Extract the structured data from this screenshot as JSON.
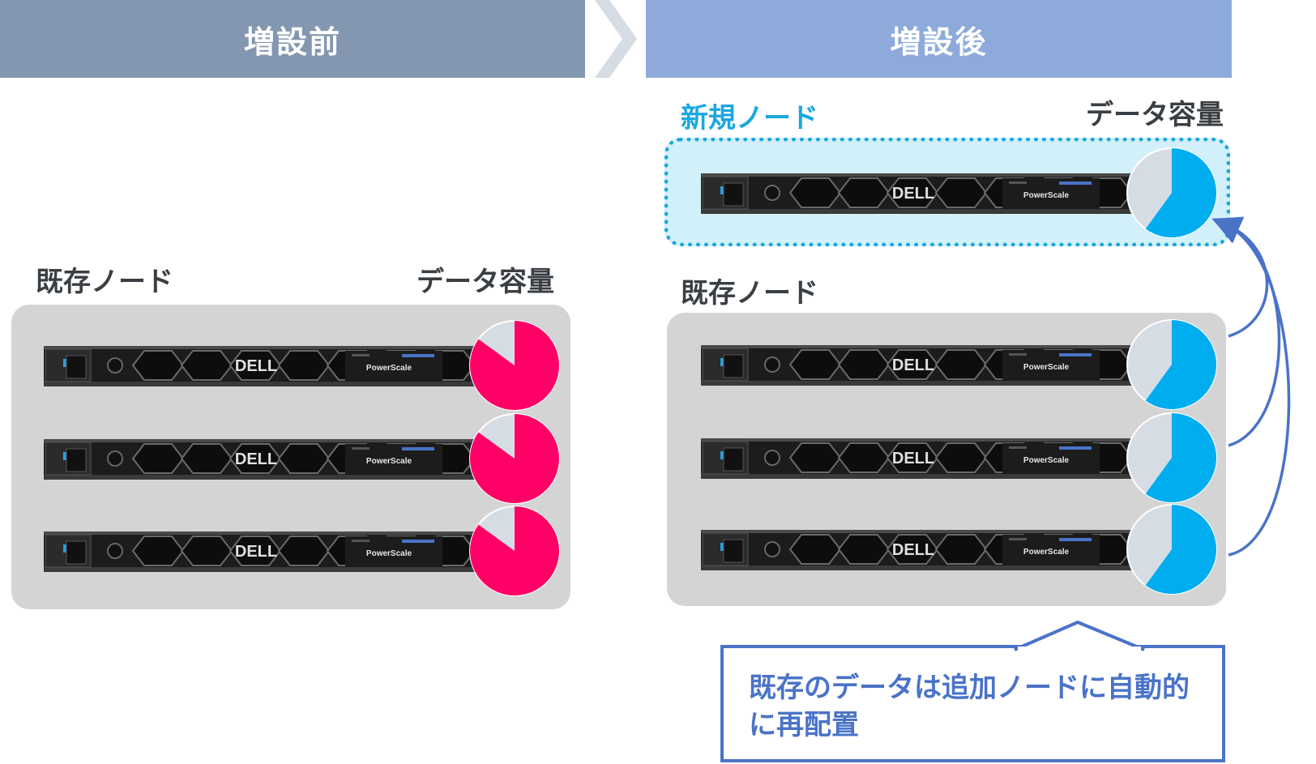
{
  "header_before": "増設前",
  "header_after": "増設後",
  "before": {
    "existing_label": "既存ノード",
    "capacity_label": "データ容量",
    "servers": [
      {
        "brand": "DELL",
        "model": "PowerScale",
        "fill": 0.85
      },
      {
        "brand": "DELL",
        "model": "PowerScale",
        "fill": 0.85
      },
      {
        "brand": "DELL",
        "model": "PowerScale",
        "fill": 0.85
      }
    ]
  },
  "after": {
    "new_node_label": "新規ノード",
    "capacity_label": "データ容量",
    "existing_label": "既存ノード",
    "new_server": {
      "brand": "DELL",
      "model": "PowerScale",
      "fill": 0.6
    },
    "servers": [
      {
        "brand": "DELL",
        "model": "PowerScale",
        "fill": 0.6
      },
      {
        "brand": "DELL",
        "model": "PowerScale",
        "fill": 0.6
      },
      {
        "brand": "DELL",
        "model": "PowerScale",
        "fill": 0.6
      }
    ]
  },
  "note": "既存のデータは追加ノードに自動的に再配置",
  "colors": {
    "header_before": "#8497b0",
    "header_after": "#8eaadb",
    "pie_before": "#ff0066",
    "pie_after": "#00adef",
    "pie_empty": "#d6dce4",
    "arrow": "#4a73c8"
  }
}
